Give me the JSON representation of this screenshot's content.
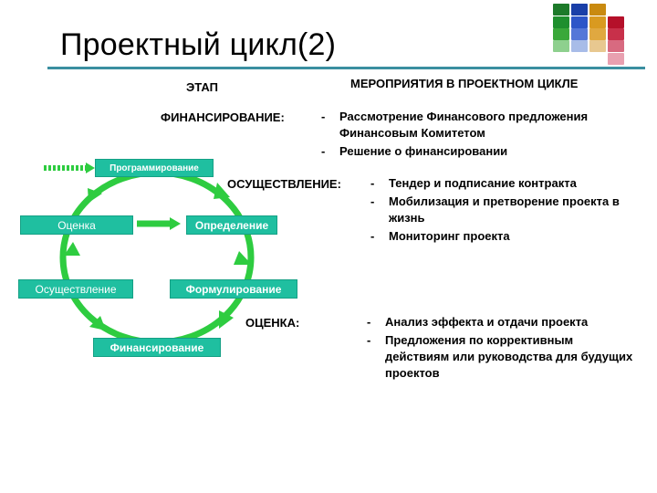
{
  "title": "Проектный цикл(2)",
  "headers": {
    "stage": "ЭТАП",
    "activities": "МЕРОПРИЯТИЯ В ПРОЕКТНОМ ЦИКЛЕ"
  },
  "sections": [
    {
      "stage": "ФИНАНСИРОВАНИЕ:",
      "items": [
        "Рассмотрение Финансового предложения Финансовым Комитетом",
        "Решение о финансировании"
      ]
    },
    {
      "stage": "ОСУЩЕСТВЛЕНИЕ:",
      "items": [
        "Тендер и подписание контракта",
        "Мобилизация и претворение проекта в жизнь",
        "Мониторинг проекта"
      ]
    },
    {
      "stage": "ОЦЕНКА:",
      "items": [
        "Анализ эффекта и отдачи проекта",
        "Предложения по коррективным действиям или руководства для будущих проектов"
      ]
    }
  ],
  "bullet": "-",
  "cycle": {
    "programming": "Программирование",
    "evaluation": "Оценка",
    "identification": "Определение",
    "implementation": "Осуществление",
    "formulation": "Формулирование",
    "financing": "Финансирование"
  },
  "colors": {
    "cycle_box": "#1fbfa0",
    "cycle_arrow": "#2ecc40",
    "title_rule": "#3a8fa0"
  }
}
